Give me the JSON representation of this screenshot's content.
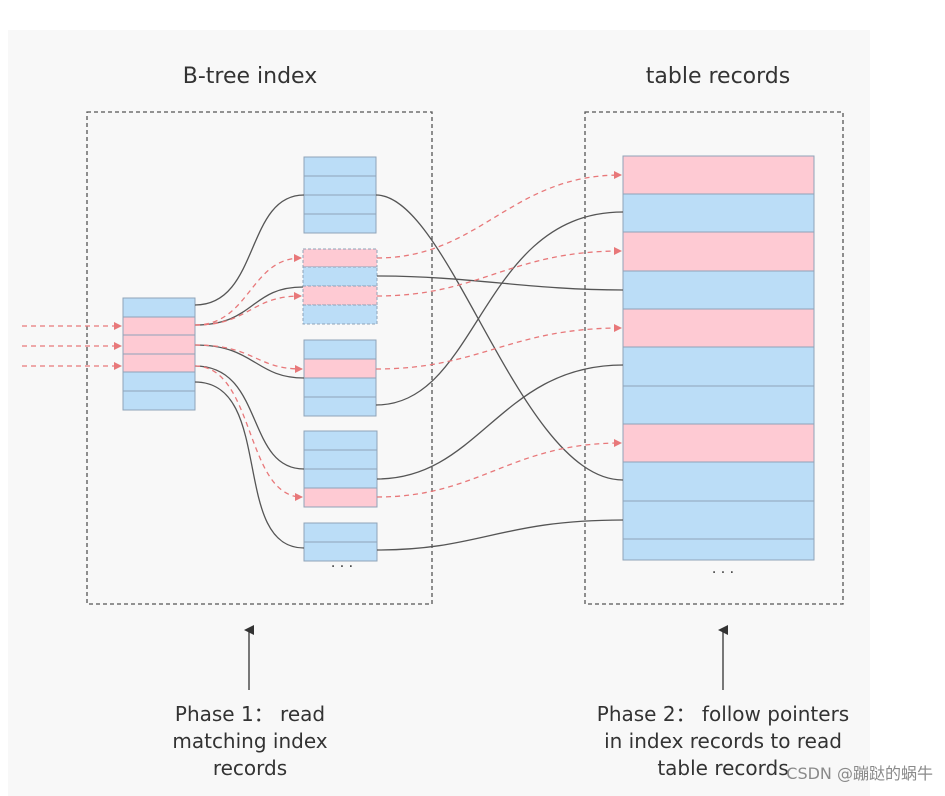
{
  "titles": {
    "left": "B-tree index",
    "right": "table records"
  },
  "ellipsis": {
    "index": "· · ·",
    "table": "· · ·"
  },
  "captions": {
    "phase1": [
      "Phase 1： read",
      "matching index",
      "records"
    ],
    "phase2": [
      "Phase 2： follow pointers",
      "in index records to read",
      "table records"
    ]
  },
  "colors": {
    "background": "#f8f8f8",
    "pink": "#fecad3",
    "blue": "#bbddf7",
    "cell_border": "#8fa3b8",
    "dark_line": "#555555",
    "red_dashed": "#e8787a",
    "box_border": "#555555"
  },
  "watermark": "CSDN @蹦跶的蜗牛"
}
